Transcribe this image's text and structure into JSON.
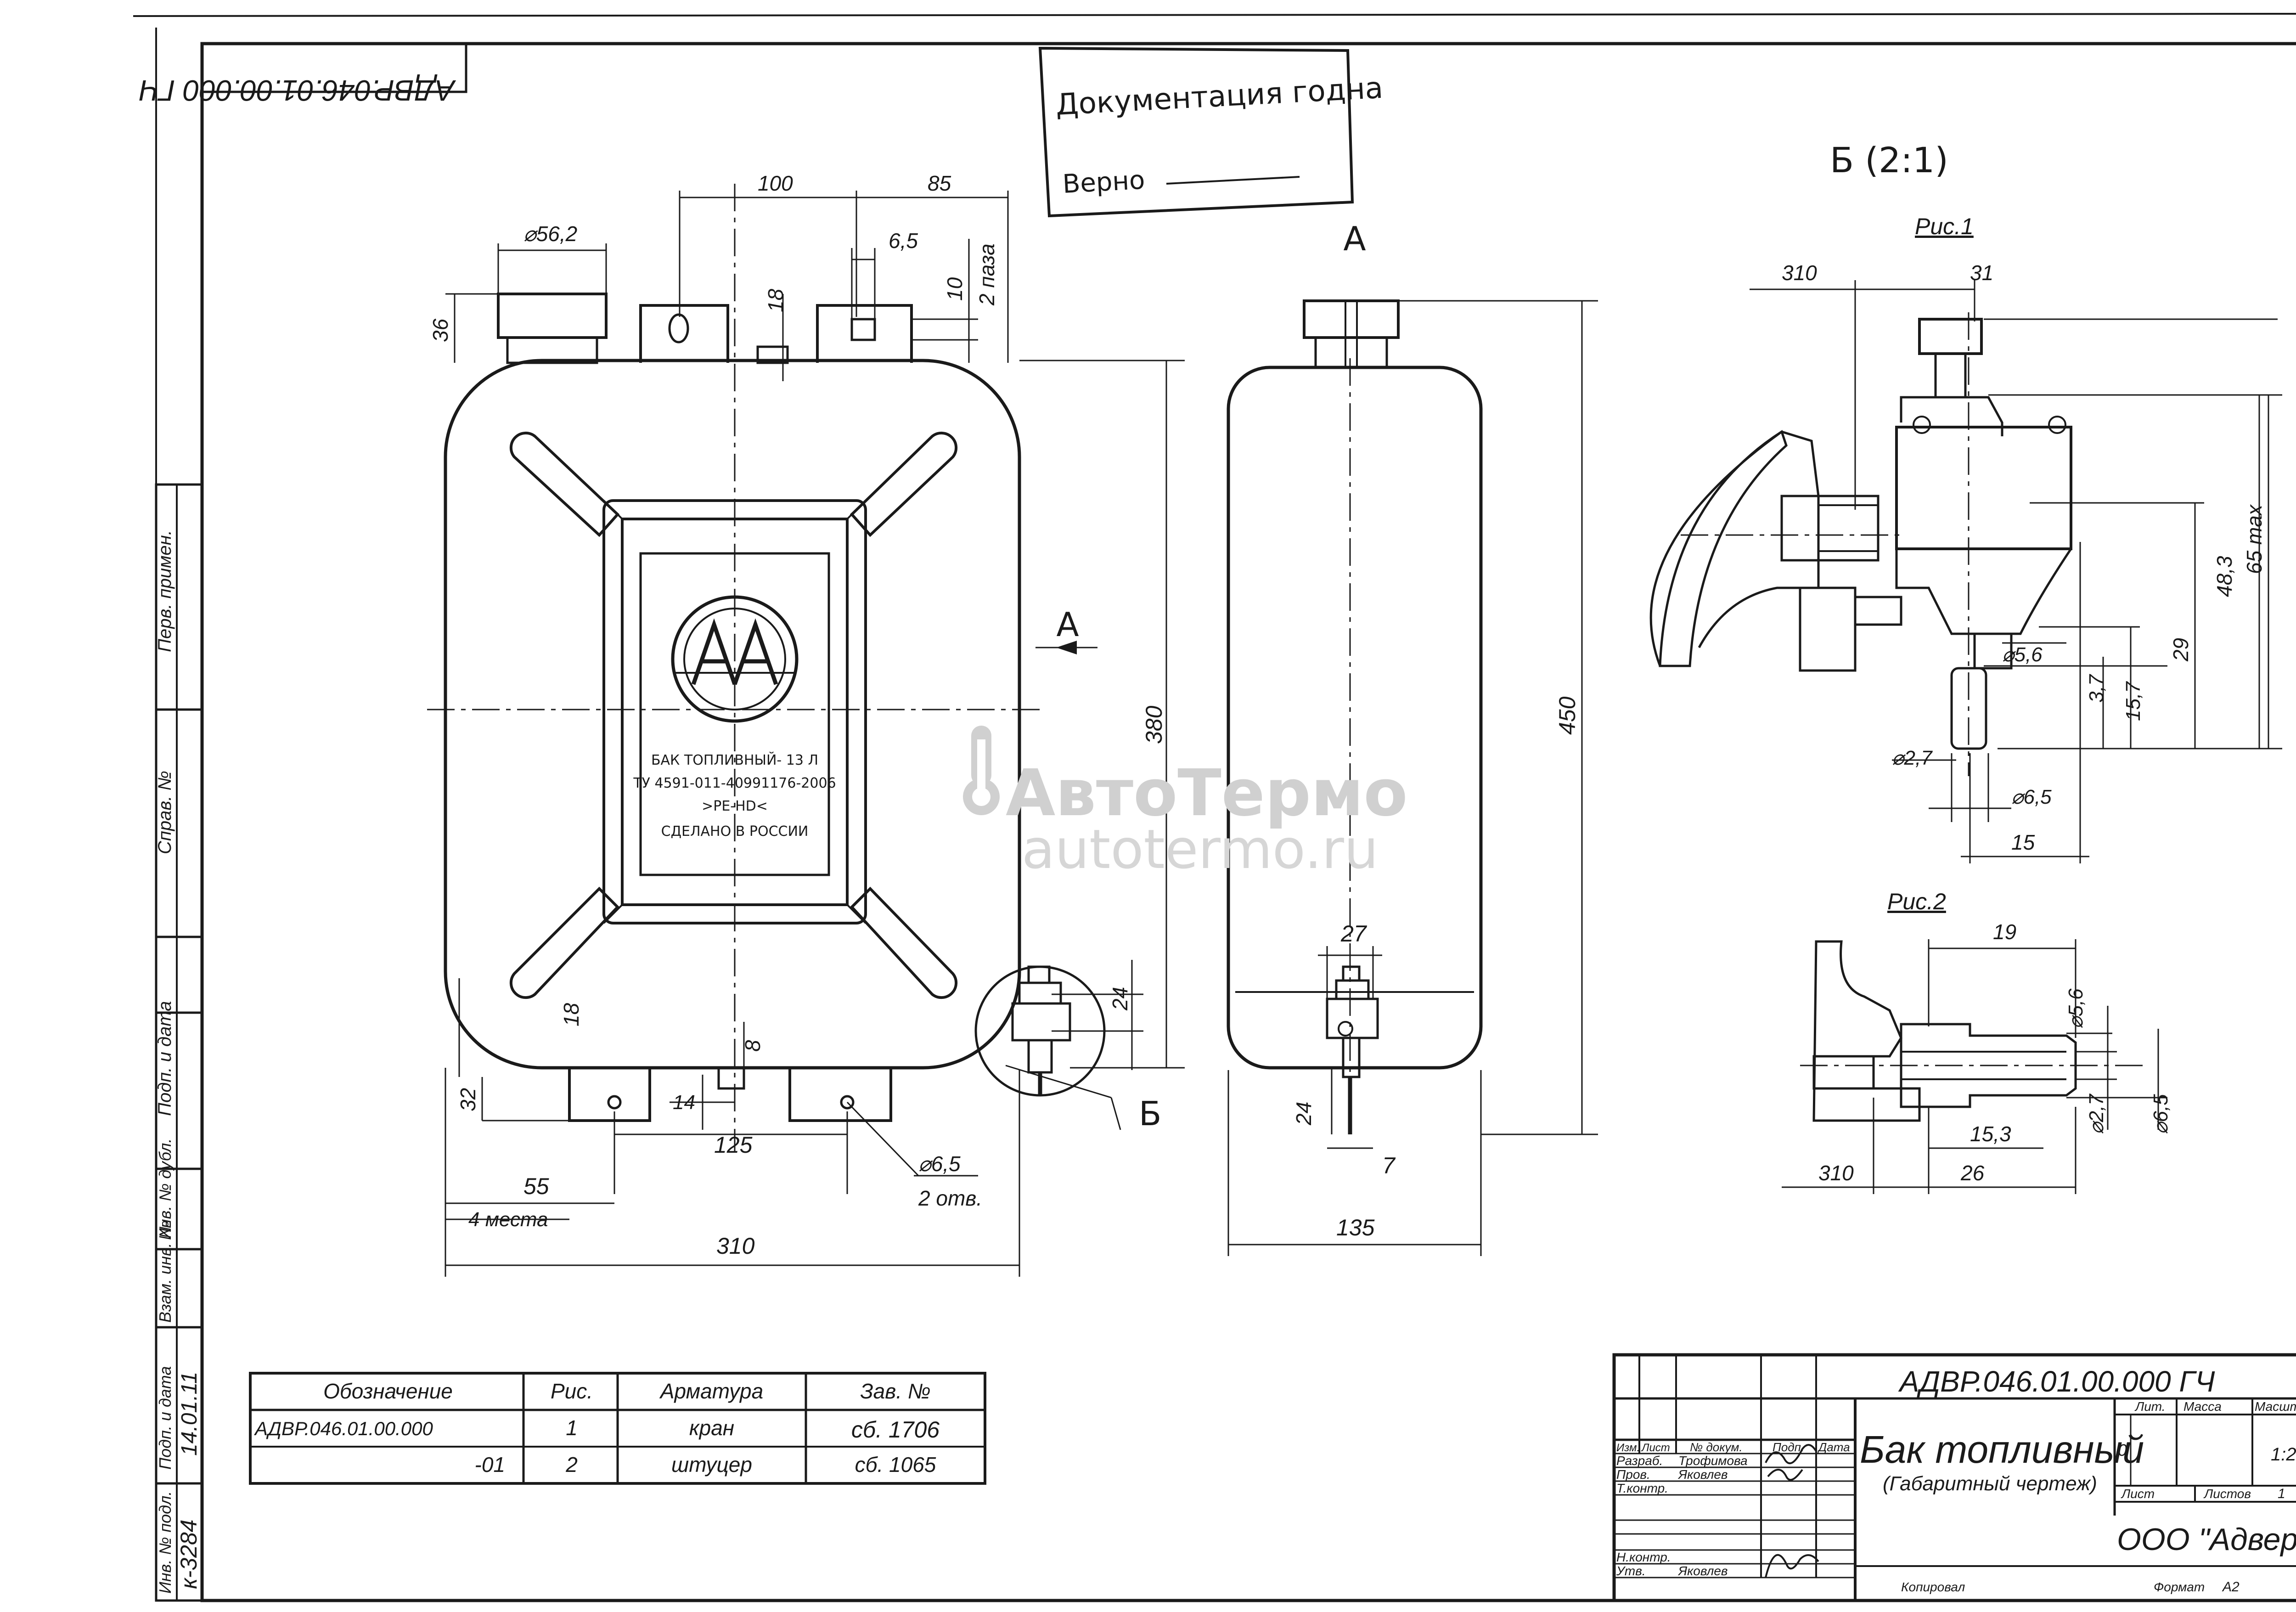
{
  "frame": {
    "doc_code_rotated": "АДВР.046.01.00.000 ГЧ"
  },
  "stamp": {
    "line1": "Документация годна",
    "line2": "Верно"
  },
  "side_strip": {
    "perv_primen": "Перв. примен.",
    "sprav_no": "Справ. №",
    "podp_data": "Подп. и дата",
    "inv_dubl": "Инв. № дубл.",
    "vzam_inv": "Взам. инв. №",
    "podp_data_2": "Подп. и дата",
    "inv_podl": "Инв. № подл.",
    "inv_value": "к-3284",
    "date_value": "14.01.11"
  },
  "front_view": {
    "dims": {
      "d_cap": "⌀56,2",
      "d36": "36",
      "d100": "100",
      "d85": "85",
      "d6_5": "6,5",
      "d18_top": "18",
      "d10": "10",
      "two_slots": "2 паза",
      "d380": "380",
      "d18_left": "18",
      "d8": "8",
      "d24": "24",
      "d32": "32",
      "d14": "14",
      "d125": "125",
      "d55": "55",
      "four_places": "4 места",
      "d310": "310",
      "hole": "⌀6,5",
      "two_holes": "2 отв."
    },
    "label": {
      "line1": "БАК ТОПЛИВНЫЙ- 13 Л",
      "line2": "ТУ 4591-011-40991176-2006",
      "line3": ">PE-HD<",
      "line4": "СДЕЛАНО В РОССИИ"
    },
    "view_arrow": "А",
    "detail_ref": "Б"
  },
  "side_view": {
    "title": "А",
    "dims": {
      "d450": "450",
      "d27": "27",
      "d24": "24",
      "d7": "7",
      "d135": "135"
    }
  },
  "detail_b": {
    "title": "Б (2:1)",
    "fig1": {
      "title": "Рис.1",
      "dims": {
        "d310": "310",
        "d31": "31",
        "d65": "65 max",
        "d48": "48,3",
        "d29": "29",
        "d5_6": "⌀5,6",
        "d3_7": "3,7",
        "d15_7": "15,7",
        "d2_7": "⌀2,7",
        "d6_5": "⌀6,5",
        "d15": "15"
      }
    },
    "fig2": {
      "title": "Рис.2",
      "dims": {
        "d19": "19",
        "d5_6": "⌀5,6",
        "d15_3": "15,3",
        "d2_7": "⌀2,7",
        "d6_5": "⌀6,5",
        "d310": "310",
        "d26": "26"
      }
    }
  },
  "variants_table": {
    "headers": [
      "Обозначение",
      "Рис.",
      "Арматура",
      "Зав. №"
    ],
    "rows": [
      [
        "АДВР.046.01.00.000",
        "1",
        "кран",
        "сб. 1706"
      ],
      [
        "-01",
        "2",
        "штуцер",
        "сб. 1065"
      ]
    ]
  },
  "title_block": {
    "code": "АДВР.046.01.00.000 ГЧ",
    "name": "Бак топливный",
    "subname": "(Габаритный чертеж)",
    "col_headers": [
      "Изм.",
      "Лист",
      "№ докум.",
      "Подп.",
      "Дата"
    ],
    "roles": [
      {
        "role": "Разраб.",
        "name": "Трофимова"
      },
      {
        "role": "Пров.",
        "name": "Яковлев"
      },
      {
        "role": "Т.контр.",
        "name": ""
      },
      {
        "role": "Н.контр.",
        "name": ""
      },
      {
        "role": "Утв.",
        "name": "Яковлев"
      }
    ],
    "lit": "Лит.",
    "lit_value": "0",
    "mass": "Масса",
    "scale": "Масштаб",
    "scale_value": "1:2",
    "sheet": "Лист",
    "sheets": "Листов",
    "sheets_value": "1",
    "org": "ООО \"Адверс\"",
    "copied": "Копировал",
    "format_label": "Формат",
    "format_value": "A2"
  },
  "watermark": {
    "brand": "АвтоТермо",
    "site": "autotermo.ru"
  }
}
